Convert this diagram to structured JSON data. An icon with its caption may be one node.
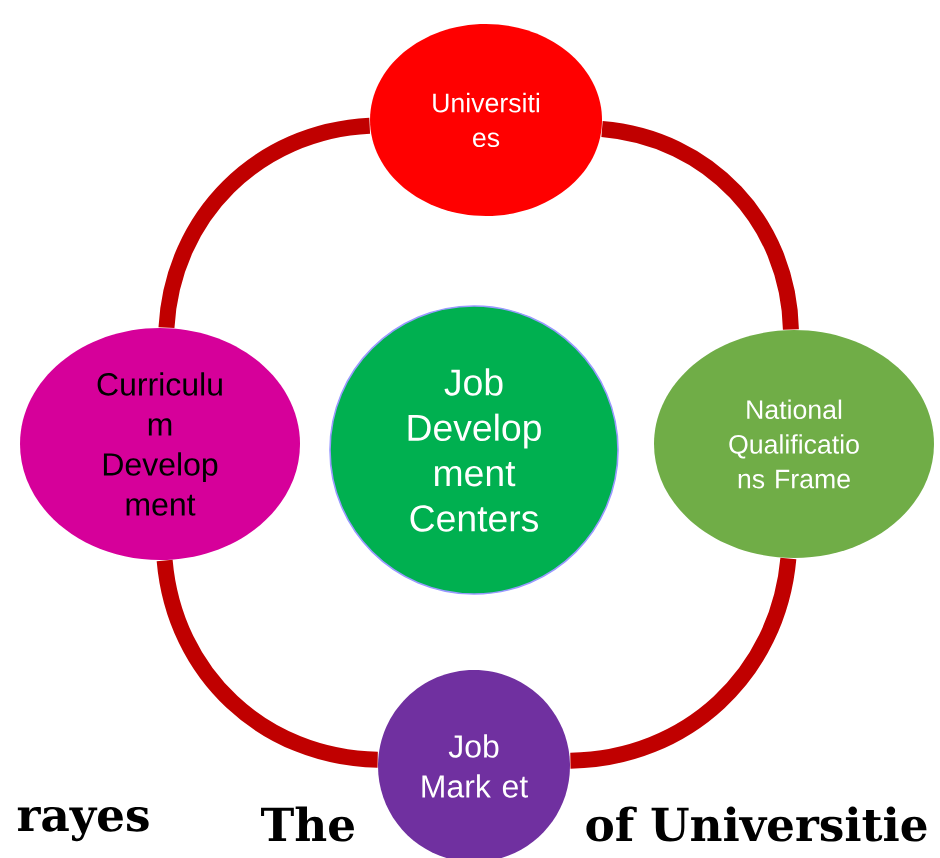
{
  "diagram": {
    "nodes": [
      {
        "text": [
          "Universiti es"
        ]
      },
      {
        "text": [
          "National Qualificatio ns Frame"
        ]
      },
      {
        "text": [
          "Job Mark et"
        ]
      },
      {
        "text": [
          "Curriculu m Develop ment"
        ]
      },
      {
        "text": [
          "Job Develop ment Centers"
        ]
      }
    ],
    "edges": [
      {
        "from": 0,
        "to": 1,
        "arrow": "none"
      },
      {
        "from": 1,
        "to": 2,
        "arrow": "none"
      },
      {
        "from": 2,
        "to": 3,
        "arrow": "none"
      },
      {
        "from": 3,
        "to": 0,
        "arrow": "none"
      }
    ],
    "labels": [
      "rayes",
      "The",
      "of Universitie"
    ]
  }
}
